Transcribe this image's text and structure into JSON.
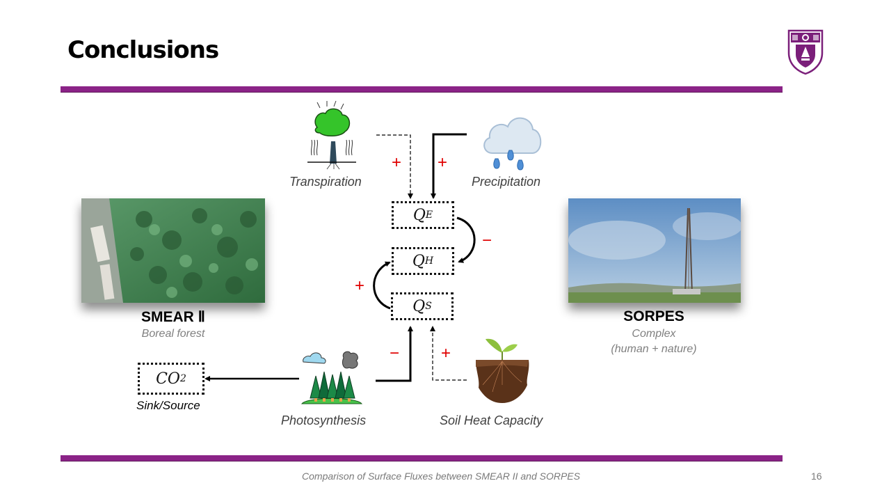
{
  "slide": {
    "title": "Conclusions",
    "footer": "Comparison of Surface Fluxes between SMEAR II and SORPES",
    "page_number": "16",
    "accent_color": "#8b2387",
    "logo": "nanjing-university-crest"
  },
  "sites": {
    "left": {
      "name": "SMEAR Ⅱ",
      "description": "Boreal forest",
      "image": "boreal-forest-aerial-photo"
    },
    "right": {
      "name": "SORPES",
      "description_line1": "Complex",
      "description_line2": "(human + nature)",
      "image": "sorpes-tower-photo"
    }
  },
  "diagram": {
    "fluxes": [
      {
        "id": "QE",
        "base": "Q",
        "sub": "E"
      },
      {
        "id": "QH",
        "base": "Q",
        "sub": "H"
      },
      {
        "id": "QS",
        "base": "Q",
        "sub": "S"
      }
    ],
    "co2": {
      "base": "CO",
      "sub": "2",
      "label": "Sink/Source"
    },
    "drivers": {
      "transpiration": "Transpiration",
      "precipitation": "Precipitation",
      "photosynthesis": "Photosynthesis",
      "soil": "Soil Heat Capacity"
    },
    "signs": {
      "transpiration_to_qe": "+",
      "precipitation_to_qe": "+",
      "qe_to_qh": "−",
      "qs_to_qh": "+",
      "photosynthesis_to_qs": "−",
      "soil_to_qs": "+"
    }
  }
}
